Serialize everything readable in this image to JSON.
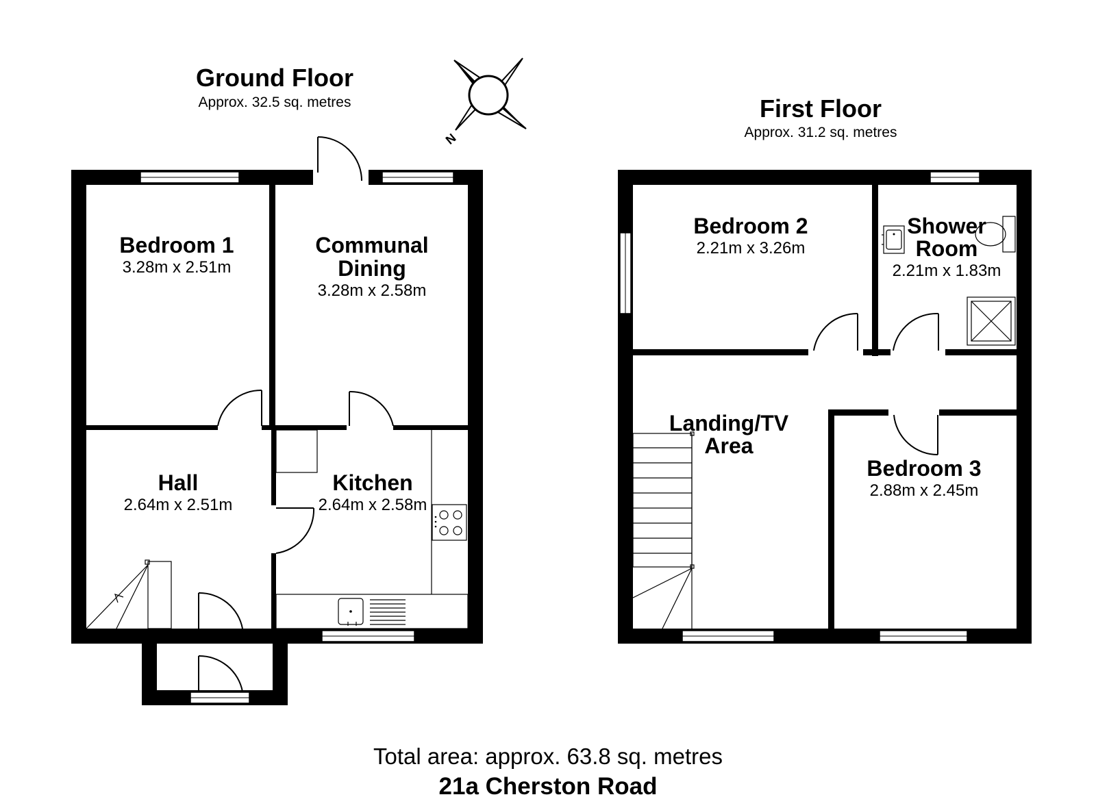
{
  "ground_floor": {
    "title": "Ground Floor",
    "area": "Approx. 32.5 sq. metres",
    "rooms": [
      {
        "name": "Bedroom 1",
        "dims": "3.28m x 2.51m"
      },
      {
        "name_line1": "Communal",
        "name_line2": "Dining",
        "dims": "3.28m x 2.58m"
      },
      {
        "name": "Hall",
        "dims": "2.64m x 2.51m"
      },
      {
        "name": "Kitchen",
        "dims": "2.64m x 2.58m"
      }
    ]
  },
  "first_floor": {
    "title": "First Floor",
    "area": "Approx. 31.2 sq. metres",
    "rooms": [
      {
        "name": "Bedroom 2",
        "dims": "2.21m x 3.26m"
      },
      {
        "name_line1": "Shower",
        "name_line2": "Room",
        "dims": "2.21m x 1.83m"
      },
      {
        "name_line1": "Landing/TV",
        "name_line2": "Area"
      },
      {
        "name": "Bedroom 3",
        "dims": "2.88m x 2.45m"
      }
    ]
  },
  "compass": {
    "icon": "compass-icon",
    "north_label": "N"
  },
  "footer": {
    "total_area": "Total area: approx. 63.8 sq. metres",
    "address": "21a Cherston Road"
  }
}
